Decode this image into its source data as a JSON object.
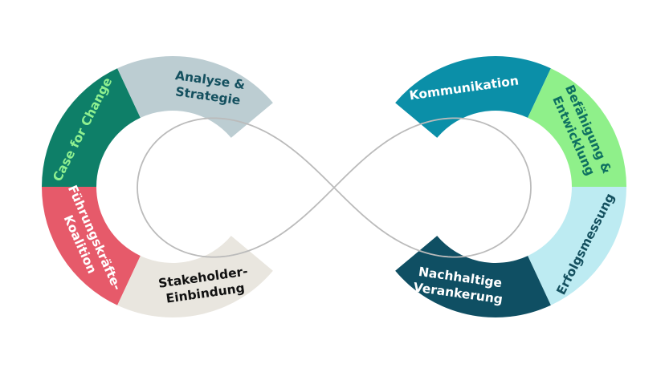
{
  "diagram": {
    "segments": [
      {
        "id": "case-for-change",
        "lines": [
          "Case for Change"
        ],
        "color": "#0e7f68",
        "text_color": "#8ff090"
      },
      {
        "id": "analyse-strategie",
        "lines": [
          "Analyse &",
          "Strategie"
        ],
        "color": "#bccdd2",
        "text_color": "#14505f"
      },
      {
        "id": "fuehrungskraefte-koalition",
        "lines": [
          "Führungskräfte-",
          "Koalition"
        ],
        "color": "#e65a6a",
        "text_color": "#ffffff"
      },
      {
        "id": "stakeholder-einbindung",
        "lines": [
          "Stakeholder-",
          "Einbindung"
        ],
        "color": "#e9e6df",
        "text_color": "#111111"
      },
      {
        "id": "kommunikation",
        "lines": [
          "Kommunikation"
        ],
        "color": "#0b8fa8",
        "text_color": "#ffffff"
      },
      {
        "id": "befaehigung-entwicklung",
        "lines": [
          "Befähigung &",
          "Entwicklung"
        ],
        "color": "#8ff08a",
        "text_color": "#0e7060"
      },
      {
        "id": "erfolgsmessung",
        "lines": [
          "Erfolgsmessung"
        ],
        "color": "#bdebf2",
        "text_color": "#14505f"
      },
      {
        "id": "nachhaltige-verankerung",
        "lines": [
          "Nachhaltige",
          "Verankerung"
        ],
        "color": "#0f4f63",
        "text_color": "#ffffff"
      }
    ],
    "center_line_color": "#bbbbbb"
  }
}
